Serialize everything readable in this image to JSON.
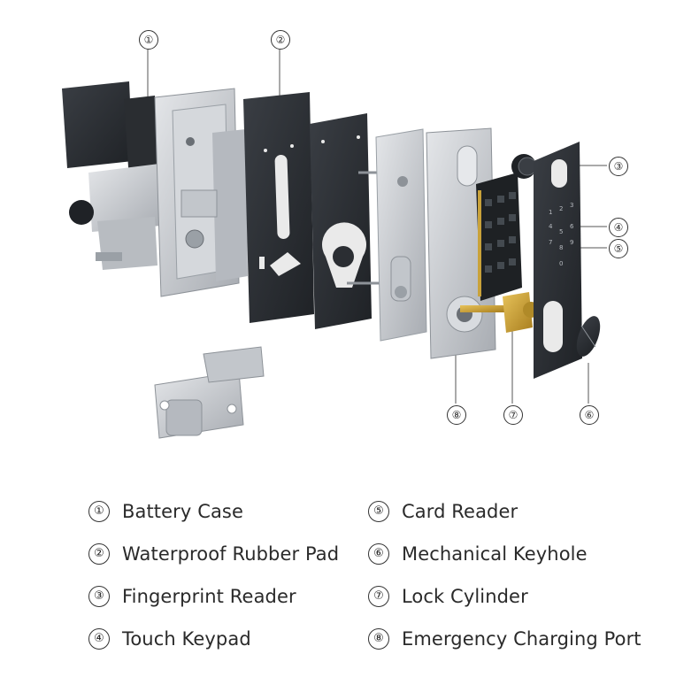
{
  "callouts": [
    "①",
    "②",
    "③",
    "④",
    "⑤",
    "⑥",
    "⑦",
    "⑧"
  ],
  "keypad_digits": [
    "1",
    "2",
    "3",
    "4",
    "5",
    "6",
    "7",
    "8",
    "9",
    "0"
  ],
  "legend": [
    {
      "num": "①",
      "label": "Battery Case"
    },
    {
      "num": "②",
      "label": "Waterproof Rubber Pad"
    },
    {
      "num": "③",
      "label": "Fingerprint Reader"
    },
    {
      "num": "④",
      "label": "Touch Keypad"
    },
    {
      "num": "⑤",
      "label": "Card Reader"
    },
    {
      "num": "⑥",
      "label": "Mechanical Keyhole"
    },
    {
      "num": "⑦",
      "label": "Lock Cylinder"
    },
    {
      "num": "⑧",
      "label": "Emergency Charging Port"
    }
  ],
  "colors": {
    "metal": "#c9ccd0",
    "dark_panel": "#2b2e33",
    "brass": "#c9a23a",
    "line": "#333333"
  }
}
